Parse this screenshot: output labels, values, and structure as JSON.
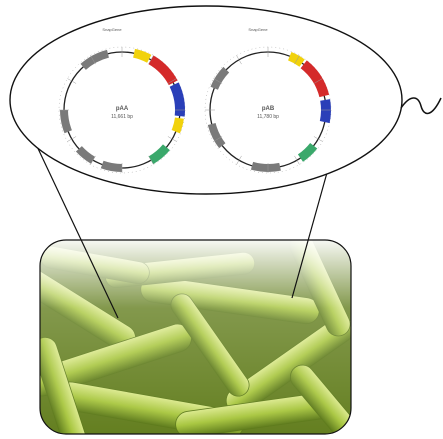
{
  "plasmids": [
    {
      "name": "pAA",
      "size": "11,661 bp",
      "header": "SnapGene"
    },
    {
      "name": "pAB",
      "size": "11,780 bp",
      "header": "SnapGene"
    }
  ],
  "colors": {
    "background": "#ffffff",
    "outline": "#111111",
    "bacteria_light": "#c7dc6a",
    "bacteria_mid": "#9fbf3a",
    "bacteria_dark": "#5d7a1a",
    "feature_red": "#d42a2a",
    "feature_blue": "#2a3fb8",
    "feature_yellow": "#f1d20c",
    "feature_green": "#3aa86b",
    "feature_gray": "#7a7a7a"
  }
}
